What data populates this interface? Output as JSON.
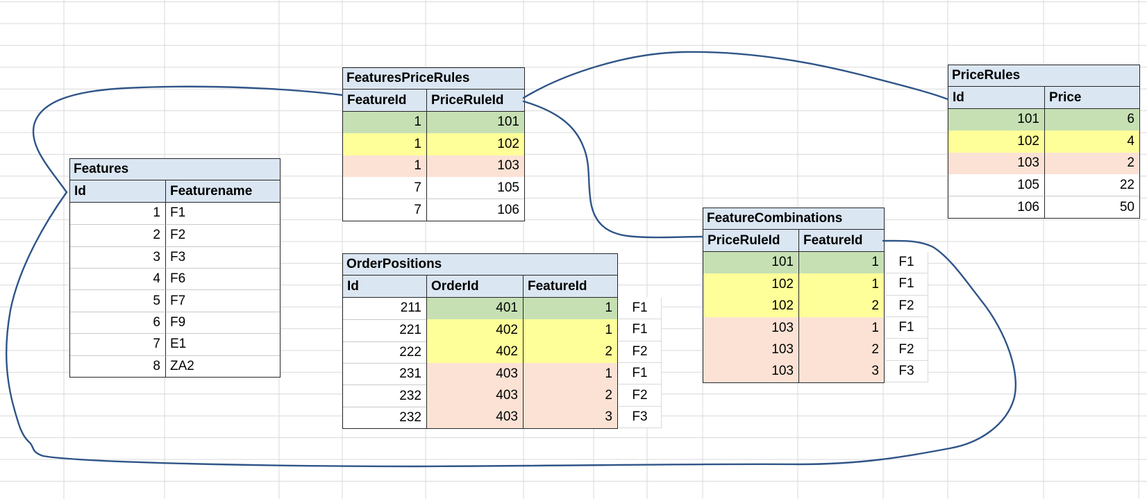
{
  "colors": {
    "header_fill": "#dae6f2",
    "green": "#c6e0b4",
    "yellow": "#ffff99",
    "pink": "#fbe2d5",
    "border": "#262626",
    "grid": "#d9d9d9",
    "connector": "#2f5588",
    "text": "#000000"
  },
  "tables": [
    {
      "key": "features",
      "title": "Features",
      "columns": [
        "Id",
        "Featurename"
      ],
      "align": [
        "right",
        "left"
      ],
      "rows": [
        [
          "1",
          "F1"
        ],
        [
          "2",
          "F2"
        ],
        [
          "3",
          "F3"
        ],
        [
          "4",
          "F6"
        ],
        [
          "5",
          "F7"
        ],
        [
          "6",
          "F9"
        ],
        [
          "7",
          "E1"
        ],
        [
          "8",
          "ZA2"
        ]
      ],
      "row_fills": [
        "none",
        "none",
        "none",
        "none",
        "none",
        "none",
        "none",
        "none"
      ]
    },
    {
      "key": "features-price-rules",
      "title": "FeaturesPriceRules",
      "columns": [
        "FeatureId",
        "PriceRuleId"
      ],
      "align": [
        "right",
        "right"
      ],
      "rows": [
        [
          "1",
          "101"
        ],
        [
          "1",
          "102"
        ],
        [
          "1",
          "103"
        ],
        [
          "7",
          "105"
        ],
        [
          "7",
          "106"
        ]
      ],
      "row_fills": [
        "green",
        "yellow",
        "pink",
        "none",
        "none"
      ]
    },
    {
      "key": "order-positions",
      "title": "OrderPositions",
      "columns": [
        "Id",
        "OrderId",
        "FeatureId"
      ],
      "align": [
        "right",
        "right",
        "right"
      ],
      "fill_from_col": 1,
      "rows": [
        [
          "211",
          "401",
          "1"
        ],
        [
          "221",
          "402",
          "1"
        ],
        [
          "222",
          "402",
          "2"
        ],
        [
          "231",
          "403",
          "1"
        ],
        [
          "232",
          "403",
          "2"
        ],
        [
          "232",
          "403",
          "3"
        ]
      ],
      "row_fills": [
        "green",
        "yellow",
        "yellow",
        "pink",
        "pink",
        "pink"
      ],
      "side_labels": [
        "F1",
        "F1",
        "F2",
        "F1",
        "F2",
        "F3"
      ]
    },
    {
      "key": "feature-combinations",
      "title": "FeatureCombinations",
      "columns": [
        "PriceRuleId",
        "FeatureId"
      ],
      "align": [
        "right",
        "right"
      ],
      "rows": [
        [
          "101",
          "1"
        ],
        [
          "102",
          "1"
        ],
        [
          "102",
          "2"
        ],
        [
          "103",
          "1"
        ],
        [
          "103",
          "2"
        ],
        [
          "103",
          "3"
        ]
      ],
      "row_fills": [
        "green",
        "yellow",
        "yellow",
        "pink",
        "pink",
        "pink"
      ],
      "side_labels": [
        "F1",
        "F1",
        "F2",
        "F1",
        "F2",
        "F3"
      ]
    },
    {
      "key": "price-rules",
      "title": "PriceRules",
      "columns": [
        "Id",
        "Price"
      ],
      "align": [
        "right",
        "right"
      ],
      "rows": [
        [
          "101",
          "6"
        ],
        [
          "102",
          "4"
        ],
        [
          "103",
          "2"
        ],
        [
          "105",
          "22"
        ],
        [
          "106",
          "50"
        ]
      ],
      "row_fills": [
        "green",
        "yellow",
        "pink",
        "none",
        "none"
      ]
    }
  ],
  "connectors": [
    {
      "name": "connector-features-id-to-featurespricerules-featureid",
      "from": "Features.Id",
      "to": "FeaturesPriceRules.FeatureId"
    },
    {
      "name": "connector-features-id-to-featurecombinations-featureid",
      "from": "Features.Id",
      "to": "FeatureCombinations.FeatureId"
    },
    {
      "name": "connector-featurespricerules-priceruleid-to-pricerules-id",
      "from": "FeaturesPriceRules.PriceRuleId",
      "to": "PriceRules.Id"
    },
    {
      "name": "connector-featurespricerules-priceruleid-to-featurecombinations-priceruleid",
      "from": "FeaturesPriceRules.PriceRuleId",
      "to": "FeatureCombinations.PriceRuleId"
    }
  ]
}
